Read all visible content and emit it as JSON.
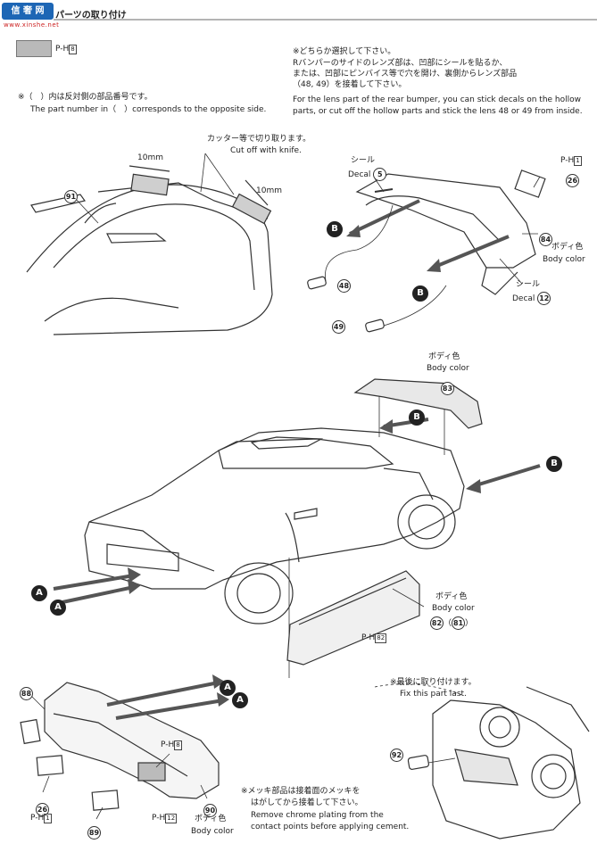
{
  "header": {
    "logo_text": "信 奢 网",
    "site": "www.xinshe.net",
    "title": "パーツの取り付け"
  },
  "paint_chip": {
    "ref": "P-H",
    "num": "8"
  },
  "notes": {
    "opposite_jp": "※（　）内は反対側の部品番号です。",
    "opposite_en": "The part number in（　）corresponds to the opposite side.",
    "choose_jp_1": "※どちらか選択して下さい。",
    "choose_jp_2": "Rバンパーのサイドのレンズ部は、凹部にシールを貼るか、",
    "choose_jp_3": "または、凹部にピンバイス等で穴を開け、裏側からレンズ部品",
    "choose_jp_4": "（48, 49）を接着して下さい。",
    "choose_en_1": "For the lens part of the rear bumper, you can stick decals on the hollow",
    "choose_en_2": "parts, or cut off the hollow parts and stick the lens 48 or 49 from inside.",
    "cut_jp": "カッター等で切り取ります。",
    "cut_en": "Cut off with knife.",
    "fix_jp": "※最後に取り付けます。",
    "fix_en": "Fix this part last.",
    "chrome_jp_1": "※メッキ部品は接着面のメッキを",
    "chrome_jp_2": "はがしてから接着して下さい。",
    "chrome_en_1": "Remove chrome plating from the",
    "chrome_en_2": "contact points before applying cement."
  },
  "dims": {
    "d1": "10mm",
    "d2": "10mm"
  },
  "labels": {
    "seal_jp": "シール",
    "decal_en": "Decal",
    "body_jp": "ボディ色",
    "body_en": "Body color",
    "ph": "P-H"
  },
  "parts": {
    "p91": "91",
    "p26a": "26",
    "p84": "84",
    "p48": "48",
    "p49": "49",
    "decal5": "5",
    "decal12": "12",
    "p83": "83",
    "p82": "82",
    "p81": "81",
    "p88": "88",
    "p26b": "26",
    "p89": "89",
    "p90": "90",
    "p92": "92",
    "ph8": "8",
    "ph1": "1",
    "ph12": "12",
    "ph82": "82"
  },
  "markers": {
    "a": "A",
    "b": "B"
  }
}
